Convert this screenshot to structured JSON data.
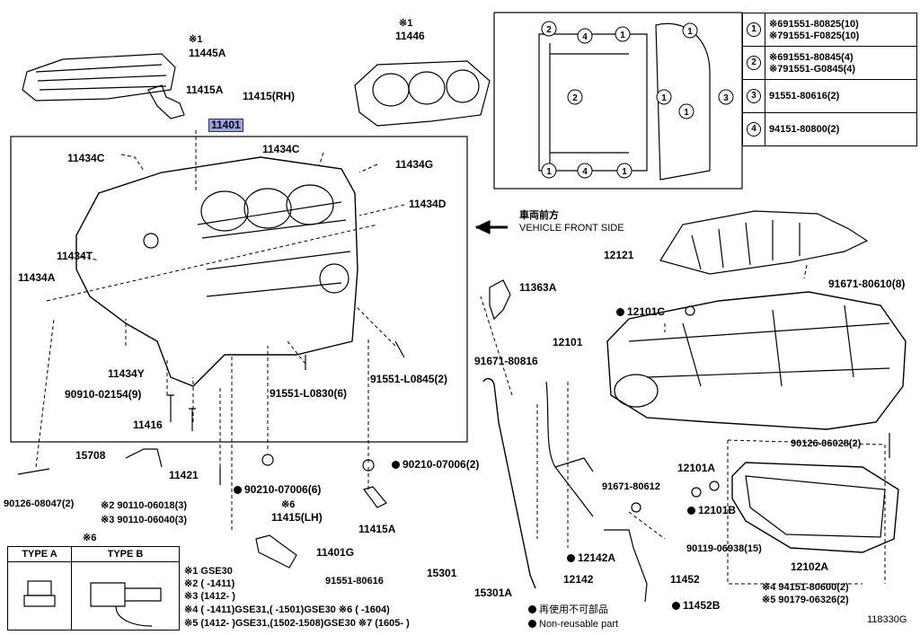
{
  "diagram": {
    "main_part": "11401",
    "figure_code": "118330G",
    "direction": {
      "jp": "車両前方",
      "en": "VEHICLE FRONT SIDE"
    },
    "labels": {
      "l11445a_note": "※1",
      "l11445a": "11445A",
      "l11446_note": "※1",
      "l11446": "11446",
      "l11415a_top": "11415A",
      "l11415rh": "11415(RH)",
      "l11434c_left": "11434C",
      "l11434c_mid": "11434C",
      "l11434g": "11434G",
      "l11434d": "11434D",
      "l11434t": "11434T",
      "l11434a": "11434A",
      "l11434y": "11434Y",
      "l90910": "90910-02154(9)",
      "l11416": "11416",
      "l91551_l0830": "91551-L0830(6)",
      "l91551_l0845": "91551-L0845(2)",
      "l91671_80816": "91671-80816",
      "l11363a": "11363A",
      "l12121": "12121",
      "l91671_80610": "91671-80610(8)",
      "l12101c": "12101C",
      "l12101": "12101",
      "l15708": "15708",
      "l11421": "11421",
      "l90210_07006_6": "90210-07006(6)",
      "l90210_07006_2": "90210-07006(2)",
      "l90126_08047": "90126-08047(2)",
      "l90110_06018": "※2 90110-06018(3)",
      "l90110_06040": "※3 90110-06040(3)",
      "l11415lh_note": "※6",
      "l11415lh": "11415(LH)",
      "l11415a_bot": "11415A",
      "l11401g": "11401G",
      "l91551_80616": "91551-80616",
      "l90126_06028": "90126-06028(2)",
      "l12101a": "12101A",
      "l12101b": "12101B",
      "l91671_80612": "91671-80612",
      "l90119_06938": "90119-06938(15)",
      "l12102a": "12102A",
      "l94151_80600": "※4 94151-80600(2)",
      "l90179_06326": "※5 90179-06326(2)",
      "l12142a": "12142A",
      "l12142": "12142",
      "l15301": "15301",
      "l15301a": "15301A",
      "l11452": "11452",
      "l11452b": "11452B"
    },
    "notes": [
      "※1 GSE30",
      "※2 (      -1411)",
      "※3 (1412-      )",
      "※4 (      -1411)GSE31,(      -1501)GSE30 ※6 (      -1604)",
      "※5 (1412-      )GSE31,(1502-1508)GSE30 ※7 (1605-      )"
    ],
    "nonreusable": {
      "jp": "再使用不可部品",
      "en": "Non-reusable part"
    },
    "type_box": {
      "note": "※6",
      "type_a": "TYPE A",
      "type_b": "TYPE B"
    },
    "legend": [
      {
        "num": "1",
        "parts": [
          "※691551-80825(10)",
          "※791551-F0825(10)"
        ]
      },
      {
        "num": "2",
        "parts": [
          "※691551-80845(4)",
          "※791551-G0845(4)"
        ]
      },
      {
        "num": "3",
        "parts": [
          "91551-80616(2)"
        ]
      },
      {
        "num": "4",
        "parts": [
          "94151-80800(2)"
        ]
      }
    ],
    "inset_callouts": [
      "1",
      "2",
      "3",
      "4"
    ]
  }
}
